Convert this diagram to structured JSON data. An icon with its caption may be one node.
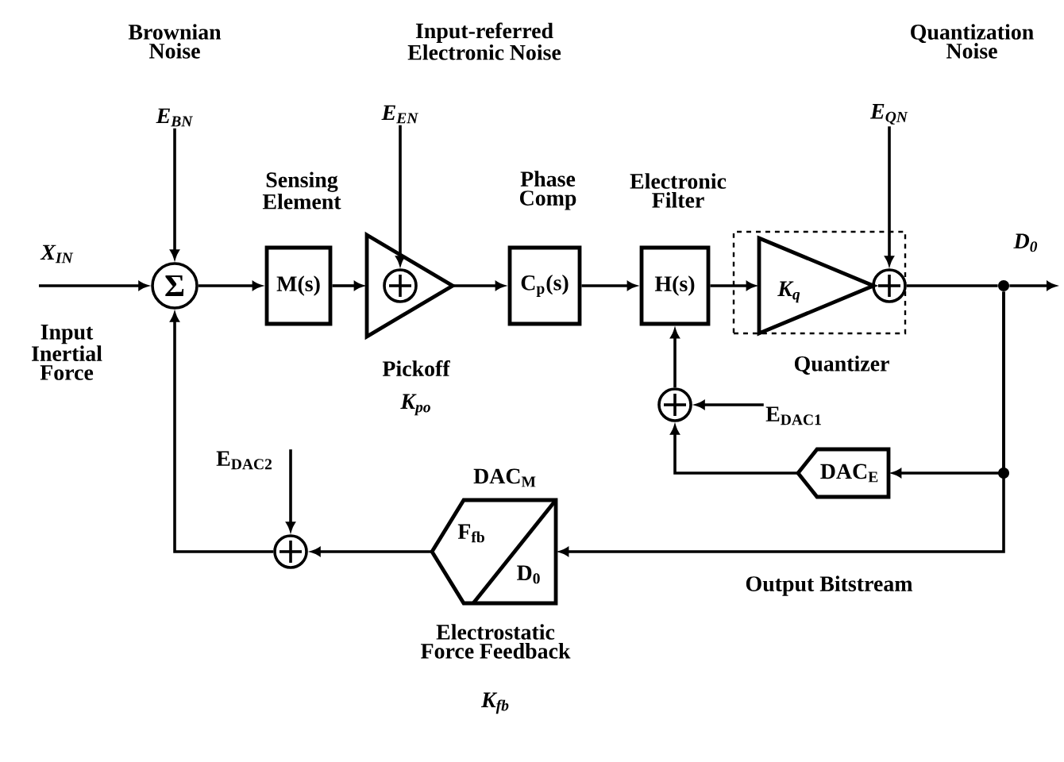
{
  "diagram": {
    "nodes": [
      {
        "text": [
          "X$_{IN}$"
        ],
        "beside": [
          "Input Inertial Force"
        ]
      },
      {
        "text": [
          "E$_{BN}$"
        ],
        "beside": [
          "Brownian Noise"
        ]
      },
      {
        "text": [
          "Σ"
        ]
      },
      {
        "text": [
          "Sensing Element",
          "M(s)"
        ]
      },
      {
        "text": [
          "E$_{EN}$"
        ],
        "beside": [
          "Input-referred Electronic Noise"
        ]
      },
      {
        "text": [],
        "shape": "triangle",
        "beside": [
          "Pickoff",
          "K$_{po}$"
        ]
      },
      {
        "text": [],
        "shape": "circle",
        "in": 5
      },
      {
        "text": [
          "Phase Comp",
          "C$_{p}$(s)"
        ]
      },
      {
        "text": [
          "Electronic Filter",
          "H(s)"
        ]
      },
      {
        "text": [
          "Quantizer"
        ]
      },
      {
        "text": [
          "K$_{q}$"
        ],
        "in": 9
      },
      {
        "text": [],
        "shape": "circle",
        "in": 9
      },
      {
        "text": [
          "E$_{QN}$"
        ],
        "beside": [
          "Quantization Noise"
        ]
      },
      {
        "text": [],
        "shape": "dot"
      },
      {
        "text": [],
        "shape": "circle"
      },
      {
        "text": [
          "E$_{DAC1}$"
        ]
      },
      {
        "text": [
          "DAC$_{E}$"
        ]
      },
      {
        "text": [
          "DAC$_{M}$",
          "F$_{fb}$",
          "D$_{0}$"
        ],
        "beside": [
          "Electrostatic Force Feedback",
          "K$_{fb}$"
        ]
      },
      {
        "text": [],
        "shape": "circle"
      },
      {
        "text": [
          "E$_{DAC2}$"
        ]
      }
    ],
    "edges": [
      {
        "from": 0,
        "to": 2,
        "arrow": "to"
      },
      {
        "from": 1,
        "to": 2,
        "arrow": "to"
      },
      {
        "from": 2,
        "to": 3,
        "arrow": "to"
      },
      {
        "from": 3,
        "to": 5,
        "arrow": "to"
      },
      {
        "from": 4,
        "to": 6,
        "arrow": "to"
      },
      {
        "from": 5,
        "to": 7,
        "arrow": "to"
      },
      {
        "from": 7,
        "to": 8,
        "arrow": "to"
      },
      {
        "from": 8,
        "to": 10,
        "arrow": "to"
      },
      {
        "from": 12,
        "to": 11,
        "arrow": "to"
      },
      {
        "from": 11,
        "to": 13,
        "arrow": "none"
      },
      {
        "from": 13,
        "to": null,
        "arrow": "to"
      },
      {
        "from": 13,
        "to": 16,
        "arrow": "to"
      },
      {
        "from": 13,
        "to": 17,
        "arrow": "to",
        "label": "Output Bitstream"
      },
      {
        "from": 16,
        "to": 14,
        "arrow": "to"
      },
      {
        "from": 15,
        "to": 14,
        "arrow": "to"
      },
      {
        "from": 14,
        "to": 8,
        "arrow": "to"
      },
      {
        "from": 17,
        "to": 18,
        "arrow": "to"
      },
      {
        "from": 19,
        "to": 18,
        "arrow": "to"
      },
      {
        "from": 18,
        "to": 2,
        "arrow": "to"
      }
    ],
    "labels": [
      "D$_{0}$"
    ]
  }
}
